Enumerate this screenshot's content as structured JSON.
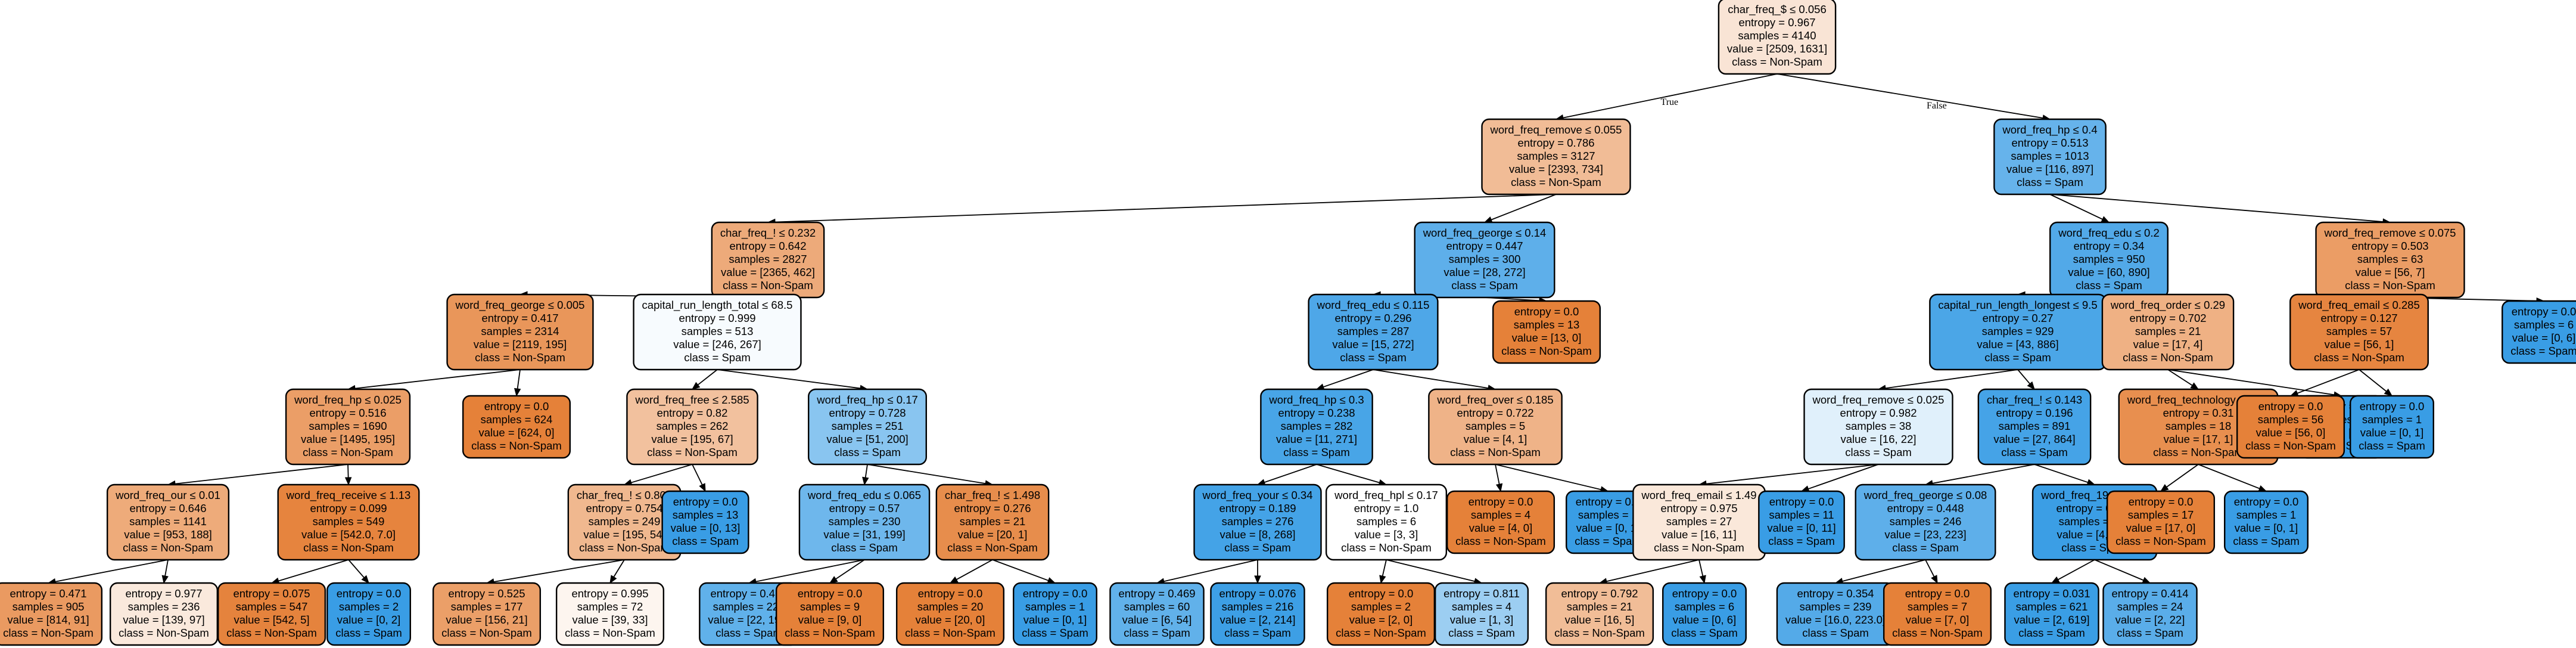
{
  "colors": {
    "non_spam_base": "#e58139",
    "spam_base": "#399de5",
    "edge": "#000000",
    "node_border": "#000000"
  },
  "edge_labels": {
    "left": "True",
    "right": "False"
  },
  "nodes": [
    {
      "id": "n0",
      "lines": [
        "char_freq_$ ≤ 0.056",
        "entropy = 0.967",
        "samples = 4140",
        "value = [2509, 1631]",
        "class = Non-Spam"
      ]
    },
    {
      "id": "n1",
      "parent": "n0",
      "lines": [
        "word_freq_remove ≤ 0.055",
        "entropy = 0.786",
        "samples = 3127",
        "value = [2393, 734]",
        "class = Non-Spam"
      ]
    },
    {
      "id": "n2",
      "parent": "n0",
      "lines": [
        "word_freq_hp ≤ 0.4",
        "entropy = 0.513",
        "samples = 1013",
        "value = [116, 897]",
        "class = Spam"
      ]
    },
    {
      "id": "n3",
      "parent": "n1",
      "lines": [
        "char_freq_! ≤ 0.232",
        "entropy = 0.642",
        "samples = 2827",
        "value = [2365, 462]",
        "class = Non-Spam"
      ]
    },
    {
      "id": "n4",
      "parent": "n1",
      "lines": [
        "word_freq_george ≤ 0.14",
        "entropy = 0.447",
        "samples = 300",
        "value = [28, 272]",
        "class = Spam"
      ]
    },
    {
      "id": "n5",
      "parent": "n2",
      "lines": [
        "word_freq_edu ≤ 0.2",
        "entropy = 0.34",
        "samples = 950",
        "value = [60, 890]",
        "class = Spam"
      ]
    },
    {
      "id": "n6",
      "parent": "n2",
      "lines": [
        "word_freq_remove ≤ 0.075",
        "entropy = 0.503",
        "samples = 63",
        "value = [56, 7]",
        "class = Non-Spam"
      ]
    },
    {
      "id": "n7",
      "parent": "n3",
      "lines": [
        "word_freq_george ≤ 0.005",
        "entropy = 0.417",
        "samples = 2314",
        "value = [2119, 195]",
        "class = Non-Spam"
      ]
    },
    {
      "id": "n8",
      "parent": "n3",
      "lines": [
        "capital_run_length_total ≤ 68.5",
        "entropy = 0.999",
        "samples = 513",
        "value = [246, 267]",
        "class = Spam"
      ]
    },
    {
      "id": "n9",
      "parent": "n4",
      "lines": [
        "word_freq_edu ≤ 0.115",
        "entropy = 0.296",
        "samples = 287",
        "value = [15, 272]",
        "class = Spam"
      ]
    },
    {
      "id": "n10",
      "parent": "n4",
      "lines": [
        "entropy = 0.0",
        "samples = 13",
        "value = [13, 0]",
        "class = Non-Spam"
      ]
    },
    {
      "id": "n11",
      "parent": "n5",
      "lines": [
        "capital_run_length_longest ≤ 9.5",
        "entropy = 0.27",
        "samples = 929",
        "value = [43, 886]",
        "class = Spam"
      ]
    },
    {
      "id": "n12",
      "parent": "n5",
      "lines": [
        "word_freq_order ≤ 0.29",
        "entropy = 0.702",
        "samples = 21",
        "value = [17, 4]",
        "class = Non-Spam"
      ]
    },
    {
      "id": "n13",
      "parent": "n6",
      "lines": [
        "word_freq_email ≤ 0.285",
        "entropy = 0.127",
        "samples = 57",
        "value = [56, 1]",
        "class = Non-Spam"
      ]
    },
    {
      "id": "n14",
      "parent": "n6",
      "lines": [
        "entropy = 0.0",
        "samples = 6",
        "value = [0, 6]",
        "class = Spam"
      ]
    },
    {
      "id": "n15",
      "parent": "n7",
      "lines": [
        "word_freq_hp ≤ 0.025",
        "entropy = 0.516",
        "samples = 1690",
        "value = [1495, 195]",
        "class = Non-Spam"
      ]
    },
    {
      "id": "n16",
      "parent": "n7",
      "lines": [
        "entropy = 0.0",
        "samples = 624",
        "value = [624, 0]",
        "class = Non-Spam"
      ]
    },
    {
      "id": "n17",
      "parent": "n8",
      "lines": [
        "word_freq_free ≤ 2.585",
        "entropy = 0.82",
        "samples = 262",
        "value = [195, 67]",
        "class = Non-Spam"
      ]
    },
    {
      "id": "n18",
      "parent": "n8",
      "lines": [
        "word_freq_hp ≤ 0.17",
        "entropy = 0.728",
        "samples = 251",
        "value = [51, 200]",
        "class = Spam"
      ]
    },
    {
      "id": "n19",
      "parent": "n9",
      "lines": [
        "word_freq_hp ≤ 0.3",
        "entropy = 0.238",
        "samples = 282",
        "value = [11, 271]",
        "class = Spam"
      ]
    },
    {
      "id": "n20",
      "parent": "n9",
      "lines": [
        "word_freq_over ≤ 0.185",
        "entropy = 0.722",
        "samples = 5",
        "value = [4, 1]",
        "class = Non-Spam"
      ]
    },
    {
      "id": "n21",
      "parent": "n11",
      "lines": [
        "word_freq_remove ≤ 0.025",
        "entropy = 0.982",
        "samples = 38",
        "value = [16, 22]",
        "class = Spam"
      ]
    },
    {
      "id": "n22",
      "parent": "n11",
      "lines": [
        "char_freq_! ≤ 0.143",
        "entropy = 0.196",
        "samples = 891",
        "value = [27, 864]",
        "class = Spam"
      ]
    },
    {
      "id": "n23",
      "parent": "n12",
      "lines": [
        "word_freq_technology ≤ 0.43",
        "entropy = 0.31",
        "samples = 18",
        "value = [17, 1]",
        "class = Non-Spam"
      ]
    },
    {
      "id": "n24",
      "parent": "n12",
      "lines": [
        "entropy = 0.0",
        "samples = 3",
        "value = [0, 3]",
        "class = Spam"
      ]
    },
    {
      "id": "n25",
      "parent": "n13",
      "lines": [
        "entropy = 0.0",
        "samples = 56",
        "value = [56, 0]",
        "class = Non-Spam"
      ]
    },
    {
      "id": "n26",
      "parent": "n13",
      "lines": [
        "entropy = 0.0",
        "samples = 1",
        "value = [0, 1]",
        "class = Spam"
      ]
    },
    {
      "id": "n27",
      "parent": "n15",
      "lines": [
        "word_freq_our ≤ 0.01",
        "entropy = 0.646",
        "samples = 1141",
        "value = [953, 188]",
        "class = Non-Spam"
      ]
    },
    {
      "id": "n28",
      "parent": "n15",
      "lines": [
        "word_freq_receive ≤ 1.13",
        "entropy = 0.099",
        "samples = 549",
        "value = [542.0, 7.0]",
        "class = Non-Spam"
      ]
    },
    {
      "id": "n29",
      "parent": "n17",
      "lines": [
        "char_freq_! ≤ 0.807",
        "entropy = 0.754",
        "samples = 249",
        "value = [195, 54]",
        "class = Non-Spam"
      ]
    },
    {
      "id": "n30",
      "parent": "n17",
      "lines": [
        "entropy = 0.0",
        "samples = 13",
        "value = [0, 13]",
        "class = Spam"
      ]
    },
    {
      "id": "n31",
      "parent": "n18",
      "lines": [
        "word_freq_edu ≤ 0.065",
        "entropy = 0.57",
        "samples = 230",
        "value = [31, 199]",
        "class = Spam"
      ]
    },
    {
      "id": "n32",
      "parent": "n18",
      "lines": [
        "char_freq_! ≤ 1.498",
        "entropy = 0.276",
        "samples = 21",
        "value = [20, 1]",
        "class = Non-Spam"
      ]
    },
    {
      "id": "n33",
      "parent": "n19",
      "lines": [
        "word_freq_your ≤ 0.34",
        "entropy = 0.189",
        "samples = 276",
        "value = [8, 268]",
        "class = Spam"
      ]
    },
    {
      "id": "n34",
      "parent": "n19",
      "lines": [
        "word_freq_hpl ≤ 0.17",
        "entropy = 1.0",
        "samples = 6",
        "value = [3, 3]",
        "class = Non-Spam"
      ]
    },
    {
      "id": "n35",
      "parent": "n20",
      "lines": [
        "entropy = 0.0",
        "samples = 4",
        "value = [4, 0]",
        "class = Non-Spam"
      ]
    },
    {
      "id": "n36",
      "parent": "n20",
      "lines": [
        "entropy = 0.0",
        "samples = 1",
        "value = [0, 1]",
        "class = Spam"
      ]
    },
    {
      "id": "n37",
      "parent": "n21",
      "lines": [
        "word_freq_email ≤ 1.49",
        "entropy = 0.975",
        "samples = 27",
        "value = [16, 11]",
        "class = Non-Spam"
      ]
    },
    {
      "id": "n38",
      "parent": "n21",
      "lines": [
        "entropy = 0.0",
        "samples = 11",
        "value = [0, 11]",
        "class = Spam"
      ]
    },
    {
      "id": "n39",
      "parent": "n22",
      "lines": [
        "word_freq_george ≤ 0.08",
        "entropy = 0.448",
        "samples = 246",
        "value = [23, 223]",
        "class = Spam"
      ]
    },
    {
      "id": "n40",
      "parent": "n22",
      "lines": [
        "word_freq_1999 ≤ 0.2",
        "entropy = 0.054",
        "samples = 645",
        "value = [4, 641]",
        "class = Spam"
      ]
    },
    {
      "id": "n41",
      "parent": "n23",
      "lines": [
        "entropy = 0.0",
        "samples = 17",
        "value = [17, 0]",
        "class = Non-Spam"
      ]
    },
    {
      "id": "n42",
      "parent": "n23",
      "lines": [
        "entropy = 0.0",
        "samples = 1",
        "value = [0, 1]",
        "class = Spam"
      ]
    },
    {
      "id": "n43",
      "parent": "n27",
      "lines": [
        "entropy = 0.471",
        "samples = 905",
        "value = [814, 91]",
        "class = Non-Spam"
      ]
    },
    {
      "id": "n44",
      "parent": "n27",
      "lines": [
        "entropy = 0.977",
        "samples = 236",
        "value = [139, 97]",
        "class = Non-Spam"
      ]
    },
    {
      "id": "n45",
      "parent": "n28",
      "lines": [
        "entropy = 0.075",
        "samples = 547",
        "value = [542, 5]",
        "class = Non-Spam"
      ]
    },
    {
      "id": "n46",
      "parent": "n28",
      "lines": [
        "entropy = 0.0",
        "samples = 2",
        "value = [0, 2]",
        "class = Spam"
      ]
    },
    {
      "id": "n47",
      "parent": "n29",
      "lines": [
        "entropy = 0.525",
        "samples = 177",
        "value = [156, 21]",
        "class = Non-Spam"
      ]
    },
    {
      "id": "n48",
      "parent": "n29",
      "lines": [
        "entropy = 0.995",
        "samples = 72",
        "value = [39, 33]",
        "class = Non-Spam"
      ]
    },
    {
      "id": "n49",
      "parent": "n31",
      "lines": [
        "entropy = 0.469",
        "samples = 221",
        "value = [22, 199]",
        "class = Spam"
      ]
    },
    {
      "id": "n50",
      "parent": "n31",
      "lines": [
        "entropy = 0.0",
        "samples = 9",
        "value = [9, 0]",
        "class = Non-Spam"
      ]
    },
    {
      "id": "n51",
      "parent": "n32",
      "lines": [
        "entropy = 0.0",
        "samples = 20",
        "value = [20, 0]",
        "class = Non-Spam"
      ]
    },
    {
      "id": "n52",
      "parent": "n32",
      "lines": [
        "entropy = 0.0",
        "samples = 1",
        "value = [0, 1]",
        "class = Spam"
      ]
    },
    {
      "id": "n53",
      "parent": "n33",
      "lines": [
        "entropy = 0.469",
        "samples = 60",
        "value = [6, 54]",
        "class = Spam"
      ]
    },
    {
      "id": "n54",
      "parent": "n33",
      "lines": [
        "entropy = 0.076",
        "samples = 216",
        "value = [2, 214]",
        "class = Spam"
      ]
    },
    {
      "id": "n55",
      "parent": "n34",
      "lines": [
        "entropy = 0.0",
        "samples = 2",
        "value = [2, 0]",
        "class = Non-Spam"
      ]
    },
    {
      "id": "n56",
      "parent": "n34",
      "lines": [
        "entropy = 0.811",
        "samples = 4",
        "value = [1, 3]",
        "class = Spam"
      ]
    },
    {
      "id": "n57",
      "parent": "n37",
      "lines": [
        "entropy = 0.792",
        "samples = 21",
        "value = [16, 5]",
        "class = Non-Spam"
      ]
    },
    {
      "id": "n58",
      "parent": "n37",
      "lines": [
        "entropy = 0.0",
        "samples = 6",
        "value = [0, 6]",
        "class = Spam"
      ]
    },
    {
      "id": "n59",
      "parent": "n39",
      "lines": [
        "entropy = 0.354",
        "samples = 239",
        "value = [16.0, 223.0]",
        "class = Spam"
      ]
    },
    {
      "id": "n60",
      "parent": "n39",
      "lines": [
        "entropy = 0.0",
        "samples = 7",
        "value = [7, 0]",
        "class = Non-Spam"
      ]
    },
    {
      "id": "n61",
      "parent": "n40",
      "lines": [
        "entropy = 0.031",
        "samples = 621",
        "value = [2, 619]",
        "class = Spam"
      ]
    },
    {
      "id": "n62",
      "parent": "n40",
      "lines": [
        "entropy = 0.414",
        "samples = 24",
        "value = [2, 22]",
        "class = Spam"
      ]
    }
  ]
}
